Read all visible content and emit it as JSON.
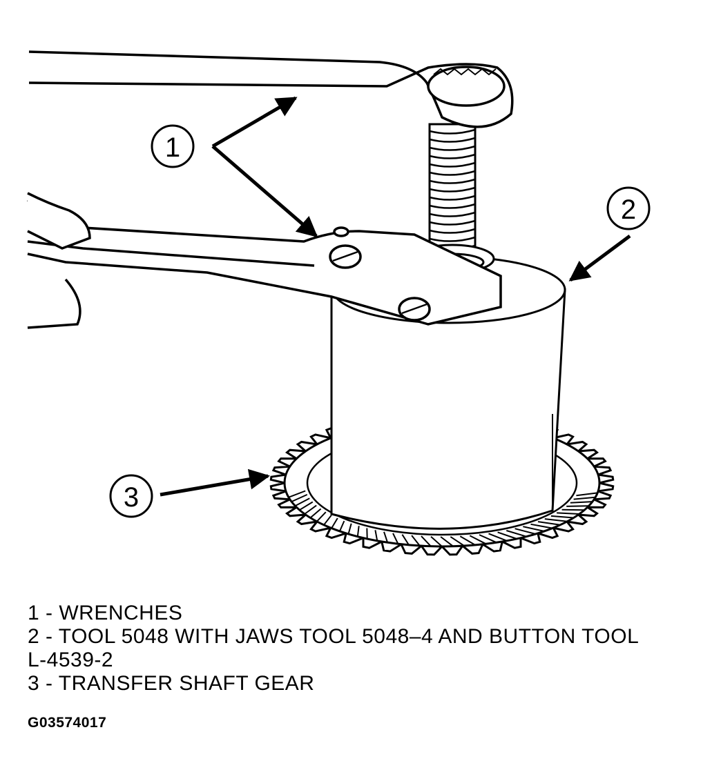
{
  "callouts": [
    {
      "number": "1"
    },
    {
      "number": "2"
    },
    {
      "number": "3"
    }
  ],
  "legend": [
    {
      "text": "1 - WRENCHES"
    },
    {
      "text": "2 - TOOL 5048 WITH JAWS TOOL 5048–4 AND BUTTON TOOL\nL-4539-2"
    },
    {
      "text": "3 - TRANSFER SHAFT GEAR"
    }
  ],
  "figure_id": "G03574017",
  "colors": {
    "ink": "#000000",
    "paper": "#ffffff"
  }
}
